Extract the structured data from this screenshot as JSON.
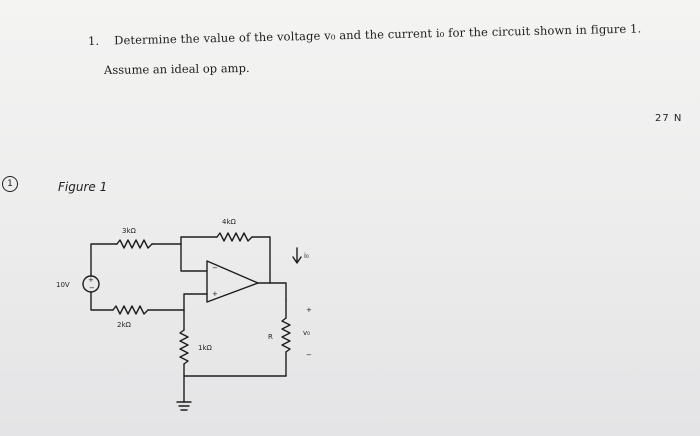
{
  "problem": {
    "number": "1.",
    "line1": "Determine the value of the voltage v₀ and the current i₀ for the circuit shown in figure 1.",
    "line2": "Assume an ideal op amp."
  },
  "corner_note": "27 N",
  "figure": {
    "circled_number": "1",
    "label": "Figure 1"
  },
  "circuit": {
    "source_label": "10V",
    "r_top_left": "3kΩ",
    "r_top_right": "4kΩ",
    "r_bottom_left": "2kΩ",
    "r_bottom_vertical": "1kΩ",
    "r_load": "R",
    "opamp_plus": "+",
    "opamp_minus": "−",
    "source_plus": "+",
    "source_minus": "−",
    "io_label": "i₀",
    "vo_plus": "+",
    "vo_label": "v₀",
    "vo_minus": "−"
  }
}
